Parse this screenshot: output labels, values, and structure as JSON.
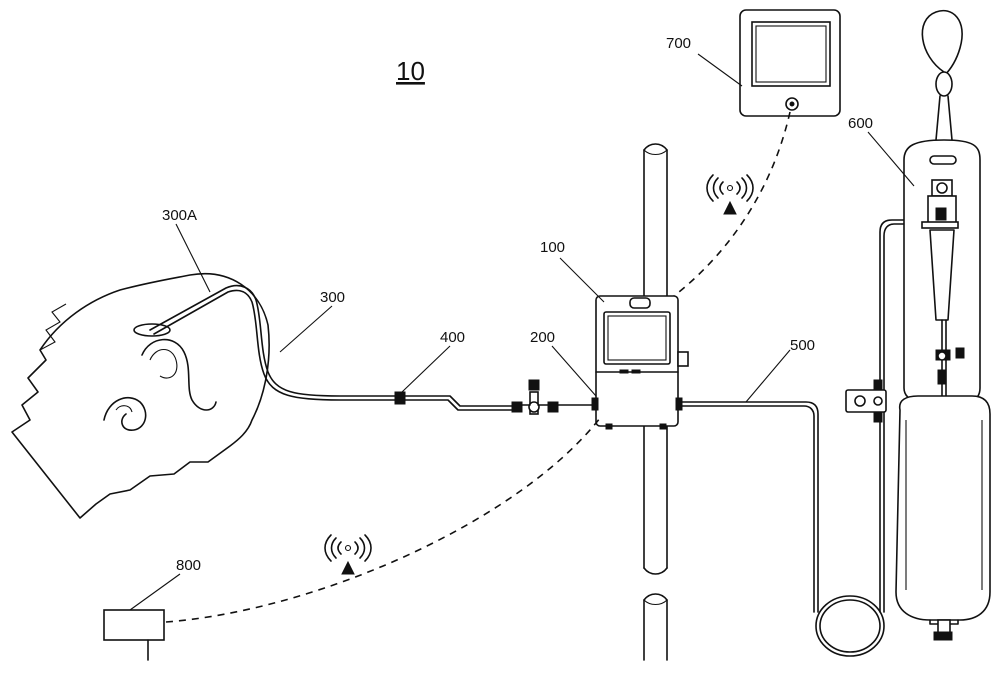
{
  "figure": {
    "system_label": "10",
    "components": [
      {
        "key": "pump",
        "label": "100"
      },
      {
        "key": "connector",
        "label": "200"
      },
      {
        "key": "drain_catheter",
        "label": "300"
      },
      {
        "key": "catheter_tip",
        "label": "300A"
      },
      {
        "key": "coupler",
        "label": "400"
      },
      {
        "key": "drain_line",
        "label": "500"
      },
      {
        "key": "collection_bag",
        "label": "600"
      },
      {
        "key": "monitor",
        "label": "700"
      },
      {
        "key": "remote_unit",
        "label": "800"
      }
    ],
    "wireless_icons": [
      "wireless-signal-icon",
      "wireless-signal-icon"
    ]
  },
  "colors": {
    "line": "#111111",
    "background": "#ffffff"
  }
}
